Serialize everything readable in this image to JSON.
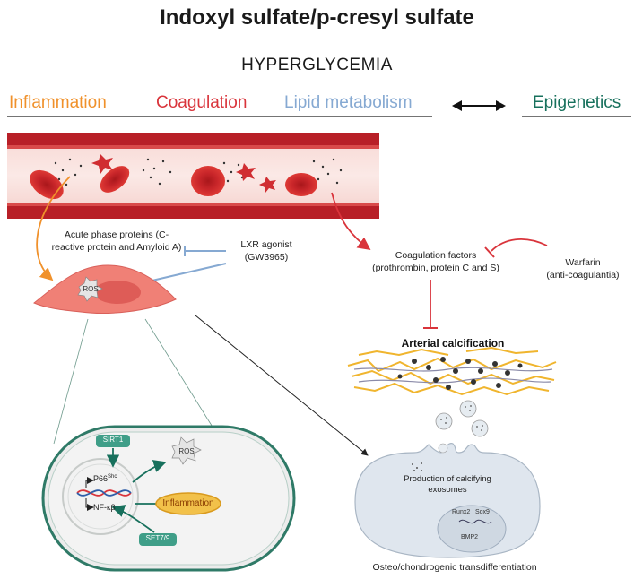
{
  "title": "Indoxyl sulfate/p-cresyl sulfate",
  "subtitle": "HYPERGLYCEMIA",
  "categories": [
    {
      "label": "Inflammation",
      "color": "#f0912b"
    },
    {
      "label": "Coagulation",
      "color": "#d9343b"
    },
    {
      "label": "Lipid metabolism",
      "color": "#86a9d2"
    },
    {
      "label": "Epigenetics",
      "color": "#17705c"
    }
  ],
  "labels": {
    "acute_phase": "Acute phase proteins (C-reactive protein and Amyloid A)",
    "lxr_agonist": "LXR agonist",
    "lxr_compound": "(GW3965)",
    "coag_factors": "Coagulation factors",
    "coag_detail": "(prothrombin, protein C and S)",
    "warfarin": "Warfarin",
    "warfarin_detail": "(anti-coagulantia)",
    "arterial_calcification": "Arterial calcification",
    "ros_cell": "ROS",
    "sirt1": "SIRT1",
    "ros_nucleus": "ROS",
    "p66": "P66",
    "p66_sup": "Shc",
    "nfkb": "NF-κβ",
    "inflammation_oval": "Inflammation",
    "set79": "SET7/9",
    "exosomes": "Production of calcifying exosomes",
    "runx2": "Runx2",
    "sox9": "Sox9",
    "bmp2": "BMP2",
    "osteo": "Osteo/chondrogenic transdifferentiation"
  },
  "colors": {
    "vessel_dark": "#b81f27",
    "vessel_light": "#f6d6d4",
    "rbc": "#d8322f",
    "cell": "#f08076",
    "teal": "#3f9e88",
    "gold": "#f2b531",
    "vsmc": "#dfe6ee"
  }
}
